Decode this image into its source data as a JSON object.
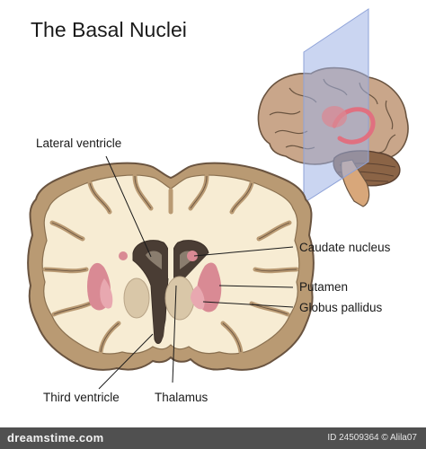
{
  "title": "The Basal Nuclei",
  "labels": {
    "lateral_ventricle": "Lateral ventricle",
    "caudate_nucleus": "Caudate nucleus",
    "putamen": "Putamen",
    "globus_pallidus": "Globus pallidus",
    "third_ventricle": "Third ventricle",
    "thalamus": "Thalamus"
  },
  "footer": {
    "logo": "dreamstime.com",
    "id_text": "ID 24509364 © Alila07"
  },
  "colors": {
    "cortex": "#b99a73",
    "white_matter": "#f7ecd3",
    "outline": "#6a5440",
    "ventricle": "#4a3d34",
    "ventricle_inner": "#8a7d6e",
    "putamen": "#d98a94",
    "globus": "#e8a8b0",
    "caudate": "#d98a94",
    "thalamus": "#d9c7a8",
    "brain_lobes": "#c9a68a",
    "cerebellum": "#8b6446",
    "stem": "#d8a77a",
    "plane": "#9fb3e6",
    "basal_highlight": "#e07080"
  }
}
